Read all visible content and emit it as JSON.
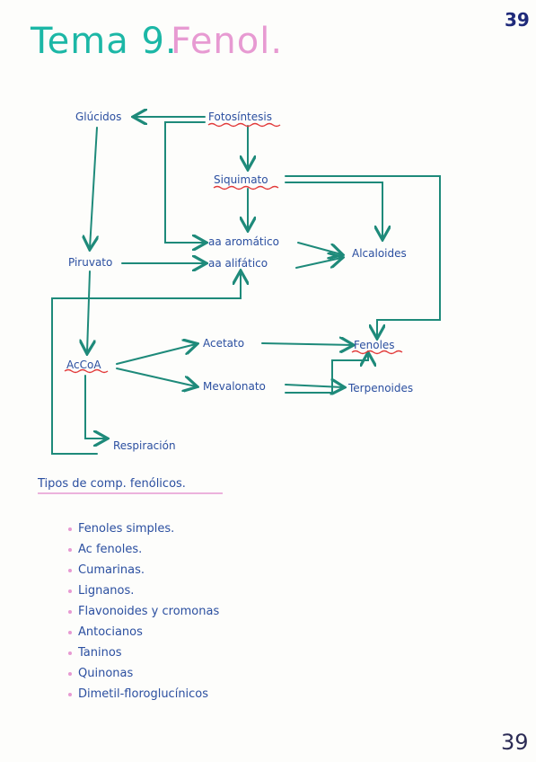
{
  "page_number_top": "39",
  "page_number_bottom": "39",
  "title": {
    "main": "Tema 9.",
    "sub": "Fenol."
  },
  "diagram": {
    "nodes": {
      "glucidos": "Glúcidos",
      "fotosintesis": "Fotosíntesis",
      "siquimato": "Siquimato",
      "aa_aromatico": "aa aromático",
      "aa_alifatico": "aa alifático",
      "alcaloides": "Alcaloides",
      "piruvato": "Piruvato",
      "acetato": "Acetato",
      "fenoles": "Fenoles",
      "acoa": "AcCoA",
      "mevalonato": "Mevalonato",
      "terpenoides": "Terpenoides",
      "respiracion": "Respiración"
    }
  },
  "section_title": "Tipos de comp. fenólicos.",
  "list_items": [
    "Fenoles simples.",
    "Ac fenoles.",
    "Cumarinas.",
    "Lignanos.",
    "Flavonoides y cromonas",
    "Antocianos",
    "Taninos",
    "Quinonas",
    "Dimetil-floroglucínicos"
  ],
  "colors": {
    "arrow": "#1e8a7a",
    "underline_red": "#e23a3a",
    "title_teal": "#1cb7a6",
    "title_pink": "#e79ad2",
    "text_blue": "#2b4fa0",
    "bullet_pink": "#e79ad2"
  }
}
